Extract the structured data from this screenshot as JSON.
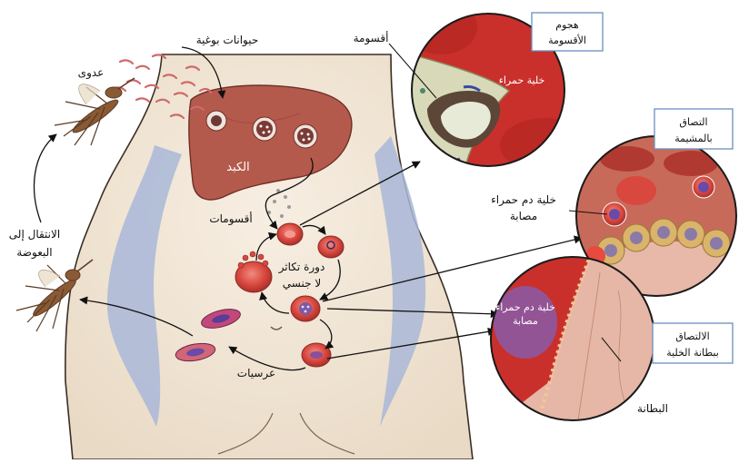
{
  "labels": {
    "mosquito_top": "عدوى",
    "sporozoites": "حيوانات بوغية",
    "liver": "الكبد",
    "merozoites": "أقسومات",
    "transmission_line1": "الانتقال إلى",
    "transmission_line2": "البعوضة",
    "asexual_line1": "دورة تكاثر",
    "asexual_line2": "لا جنسي",
    "gametocytes": "عرسيات",
    "merozoite_zoom": "أقسومة",
    "attack_line1": "هجوم",
    "attack_line2": "الأقسومة",
    "rbc_in_circle": "خلية حمراء",
    "placenta_line1": "التصاق",
    "placenta_line2": "بالمشيمة",
    "infected_rbc_line1": "خلية دم حمراء",
    "infected_rbc_line2": "مصابة",
    "infected_rbc2_line1": "خلية دم حمراء",
    "infected_rbc2_line2": "مصابة",
    "endothelium_line1": "الالتصاق",
    "endothelium_line2": "ببطانة الخلية",
    "lining": "البطانة"
  },
  "colors": {
    "body_skin": "#efe3d2",
    "body_shadow": "#a7b4d6",
    "liver": "#b45a4c",
    "rbc": "#d8483f",
    "rbc_dark": "#b8322c",
    "gametocyte": "#a04a8c",
    "zoom_red": "#c9302c",
    "label_box_border": "#6a8fbd",
    "ink": "#111111"
  }
}
